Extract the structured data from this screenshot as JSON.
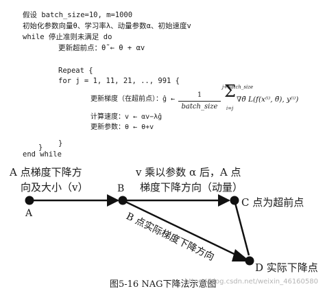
{
  "algorithm": {
    "line1": "假设 batch_size=10, m=1000",
    "line2": "初始化参数向量θ、学习率λ、动量参数α、初始速度v",
    "line3": "while 停止准则未满足 do",
    "line4": "更新超前点：θ̃ ← θ + αv",
    "line5": "Repeat {",
    "line6": "for j = 1, 11, 21, .., 991 {",
    "line7_label": "更新梯度（在超前点）：ĝ ←",
    "frac_num": "1",
    "frac_den": "batch_size",
    "sum_top": "j+batch_size",
    "sum_bottom": "i=j",
    "sigma": "Σ",
    "grad_expr": "∇θ̃ L(f(x⁽ⁱ⁾, θ̃), y⁽ⁱ⁾)",
    "line8": "计算速度：v ← αv−λĝ",
    "line9": "更新参数：θ ← θ+v",
    "line10": "}",
    "line11": "}",
    "line12": "end while"
  },
  "diagram": {
    "label_a_top1": "A 点梯度下降方",
    "label_a_top2": "向及大小（v）",
    "label_a": "A",
    "label_b": "B",
    "label_mid1": "v 乘以参数 α 后，A 点",
    "label_mid2": "梯度下降方向（动量）",
    "label_c": "C 点为超前点",
    "label_diag": "B 点实际梯度下降方向",
    "label_d": "D 实际下降点"
  },
  "caption": {
    "title": "图5-16   NAG下降法示意图",
    "watermark": "https://blog.csdn.net/weixin_46160580"
  }
}
